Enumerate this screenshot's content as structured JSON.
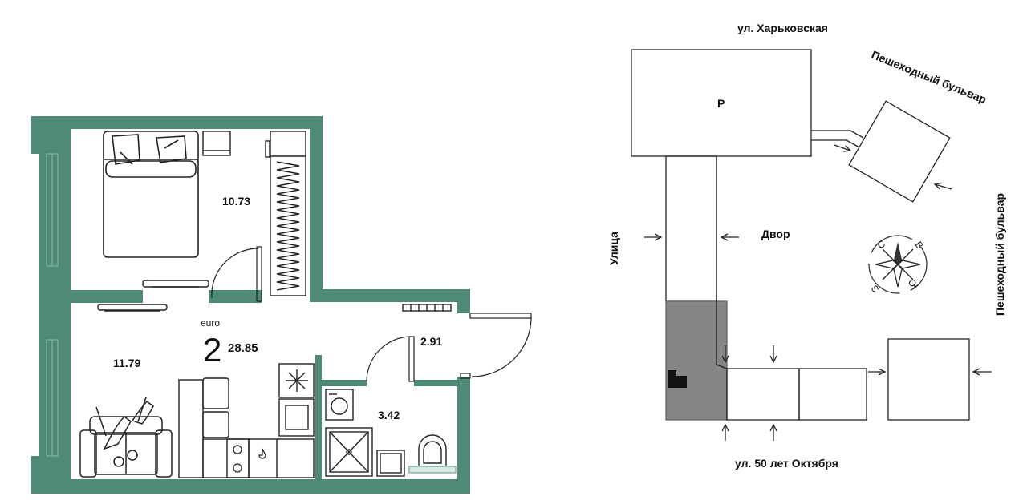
{
  "colors": {
    "wall": "#4f8a74",
    "wall_light": "#7fb3a0",
    "accent": "#4f8a74",
    "highlight": "#858585",
    "line": "#222222"
  },
  "floorplan": {
    "layout_prefix": "euro",
    "room_count": "2",
    "total_area": "28.85",
    "rooms": [
      {
        "id": "bedroom",
        "area": "10.73"
      },
      {
        "id": "living-kitchen",
        "area": "11.79"
      },
      {
        "id": "hallway",
        "area": "2.91"
      },
      {
        "id": "bathroom",
        "area": "3.42"
      }
    ],
    "icons": [
      "bed-icon",
      "wardrobe-icon",
      "sofa-icon",
      "fridge-icon",
      "washer-icon",
      "shower-icon",
      "toilet-icon",
      "sink-icon",
      "radiator-icon",
      "tv-icon"
    ]
  },
  "siteplan": {
    "streets": {
      "north": "ул. Харьковская",
      "south": "ул. 50 лет Октября",
      "west": "Улица",
      "boulevard_top": "Пешеходный бульвар",
      "boulevard_right": "Пешеходный бульвар"
    },
    "parking_label": "P",
    "courtyard_label": "Двор",
    "compass": {
      "north": "С",
      "east": "В",
      "south": "Ю",
      "west": "З"
    }
  }
}
